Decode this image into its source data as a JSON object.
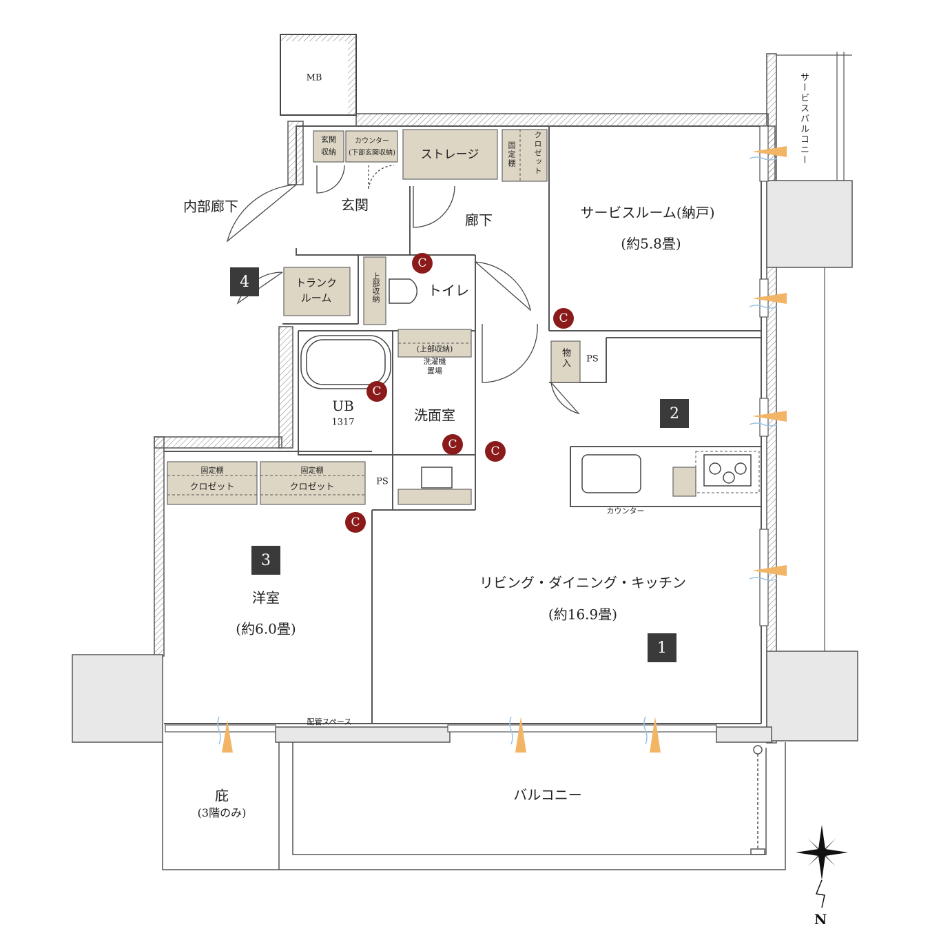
{
  "labels": {
    "mb": "MB",
    "service_balcony": "サービスバルコニー",
    "entrance_storage": "玄関収納",
    "counter_storage_1": "カウンター",
    "counter_storage_2": "(下部玄関収納)",
    "storage": "ストレージ",
    "fixed_shelf": "固定棚",
    "closet": "クロゼット",
    "service_room": "サービスルーム(納戸)",
    "service_room_size": "(約5.8畳)",
    "inner_corridor": "内部廊下",
    "genkan": "玄関",
    "corridor": "廊下",
    "trunk_room_1": "トランク",
    "trunk_room_2": "ルーム",
    "upper_storage_vertical": "上部収納",
    "toilet": "トイレ",
    "upper_storage": "(上部収納)",
    "washer_1": "洗濯機",
    "washer_2": "置場",
    "ub": "UB",
    "ub_size": "1317",
    "washroom": "洗面室",
    "ps": "PS",
    "mono_ire": "物入",
    "fixed_shelf_a": "固定棚",
    "closet_a": "クロゼット",
    "fixed_shelf_b": "固定棚",
    "closet_b": "クロゼット",
    "counter": "カウンター",
    "western_room": "洋室",
    "western_room_size": "(約6.0畳)",
    "ldk": "リビング・ダイニング・キッチン",
    "ldk_size": "(約16.9畳)",
    "pipe_space": "配管スペース",
    "eaves_1": "庇",
    "eaves_2": "(3階のみ)",
    "balcony": "バルコニー",
    "north": "N"
  },
  "badges": [
    "1",
    "2",
    "3",
    "4"
  ],
  "c_marker": "C",
  "colors": {
    "wall": "#555555",
    "storage_fill": "#ddd6c4",
    "c_marker": "#8b1a1a",
    "badge": "#3a3a3a",
    "vent_orange": "#f2b566",
    "vent_blue": "#9cc4e4"
  }
}
